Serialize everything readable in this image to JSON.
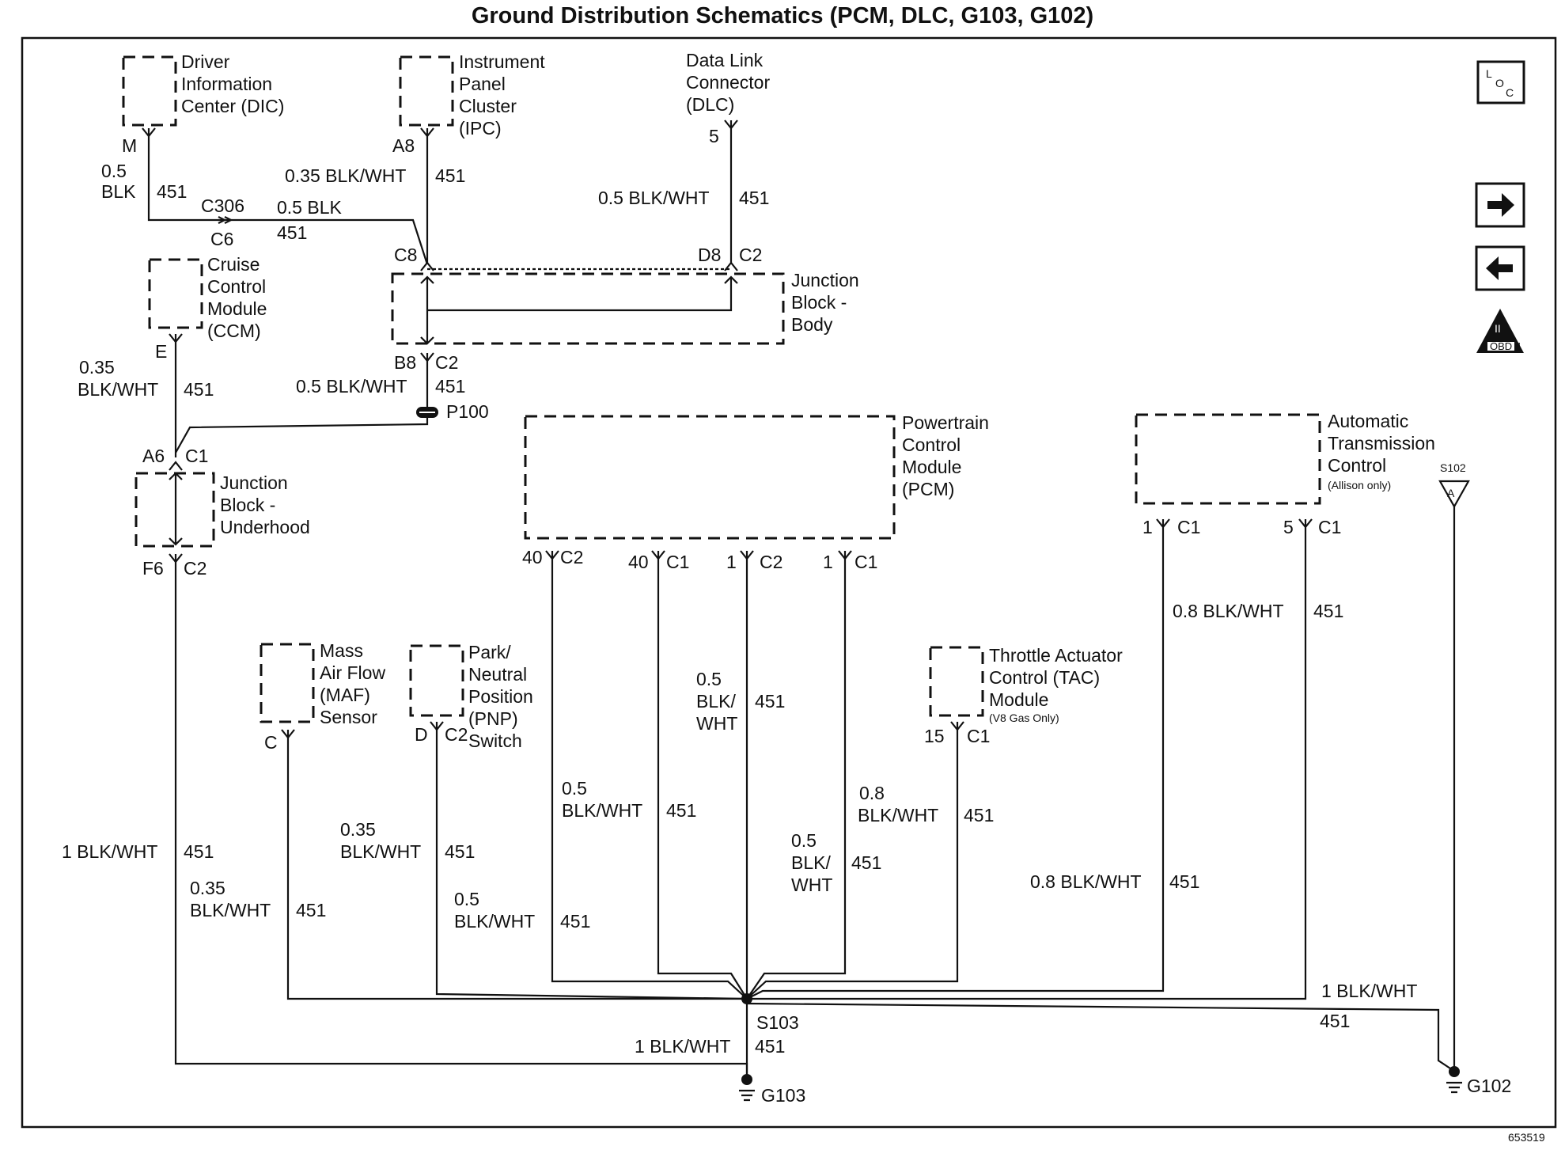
{
  "title": "Ground Distribution Schematics (PCM, DLC, G103, G102)",
  "figure_id": "653519",
  "icons": {
    "loc": {
      "name": "loc-icon",
      "label_l": "L",
      "label_o": "O",
      "label_c": "C"
    },
    "next": {
      "name": "arrow-right-icon"
    },
    "prev": {
      "name": "arrow-left-icon"
    },
    "obd": {
      "name": "obd-ii-icon",
      "label": "OBD II",
      "numeral": "II"
    }
  },
  "components": {
    "dic": [
      "Driver",
      "Information",
      "Center (DIC)"
    ],
    "ipc": [
      "Instrument",
      "Panel",
      "Cluster",
      "(IPC)"
    ],
    "dlc": [
      "Data Link",
      "Connector",
      "(DLC)"
    ],
    "ccm": [
      "Cruise",
      "Control",
      "Module",
      "(CCM)"
    ],
    "jb_body": [
      "Junction",
      "Block -",
      "Body"
    ],
    "jb_under": [
      "Junction",
      "Block -",
      "Underhood"
    ],
    "pcm": [
      "Powertrain",
      "Control",
      "Module",
      "(PCM)"
    ],
    "atc": [
      "Automatic",
      "Transmission",
      "Control"
    ],
    "atc_note": "(Allison only)",
    "maf": [
      "Mass",
      "Air Flow",
      "(MAF)",
      "Sensor"
    ],
    "pnp": [
      "Park/",
      "Neutral",
      "Position",
      "(PNP)",
      "Switch"
    ],
    "tac": [
      "Throttle Actuator",
      "Control (TAC)",
      "Module"
    ],
    "tac_note": "(V8 Gas Only)"
  },
  "pins": {
    "dic_M": "M",
    "ipc_A8": "A8",
    "dlc_5": "5",
    "c306": "C306",
    "c306_pin": "C6",
    "jb_C8": "C8",
    "jb_D8": "D8",
    "jb_D8_conn": "C2",
    "jb_B8": "B8",
    "jb_B8_conn": "C2",
    "ccm_E": "E",
    "jbu_A6": "A6",
    "jbu_A6_conn": "C1",
    "jbu_F6": "F6",
    "jbu_F6_conn": "C2",
    "pcm_40a": "40",
    "pcm_40a_conn": "C2",
    "pcm_40b": "40",
    "pcm_40b_conn": "C1",
    "pcm_1a": "1",
    "pcm_1a_conn": "C2",
    "pcm_1b": "1",
    "pcm_1b_conn": "C1",
    "atc_1": "1",
    "atc_1_conn": "C1",
    "atc_5": "5",
    "atc_5_conn": "C1",
    "s102": "S102",
    "s102_tag": "A",
    "maf_C": "C",
    "pnp_D": "D",
    "pnp_D_conn": "C2",
    "tac_15": "15",
    "tac_15_conn": "C1",
    "p100": "P100",
    "s103": "S103",
    "g103": "G103",
    "g102": "G102"
  },
  "wires": {
    "w451": "451",
    "dic_size": "0.5",
    "dic_color": "BLK",
    "ipc_label": "0.35 BLK/WHT",
    "dlc_label": "0.5 BLK/WHT",
    "c306_label": "0.5 BLK",
    "ccm_size": "0.35",
    "ccm_color": "BLK/WHT",
    "jb_b8_label": "0.5 BLK/WHT",
    "jbu_f6_label": "1 BLK/WHT",
    "maf_size": "0.35",
    "maf_color": "BLK/WHT",
    "pnp_size": "0.35",
    "pnp_color": "BLK/WHT",
    "pcm_40a_size": "0.5",
    "pcm_40a_color": "BLK/WHT",
    "pcm_1a_size": "0.5",
    "pcm_1a_color1": "BLK/",
    "pcm_1a_color2": "WHT",
    "pnp2_size": "0.5",
    "pnp2_color": "BLK/WHT",
    "pcm_1b_size": "0.5",
    "pcm_1b_color1": "BLK/",
    "pcm_1b_color2": "WHT",
    "tac_size": "0.8",
    "tac_color": "BLK/WHT",
    "atc_1_label": "0.8 BLK/WHT",
    "atc_5_label": "0.8 BLK/WHT",
    "g102_label": "1 BLK/WHT",
    "g103_label": "1 BLK/WHT"
  }
}
